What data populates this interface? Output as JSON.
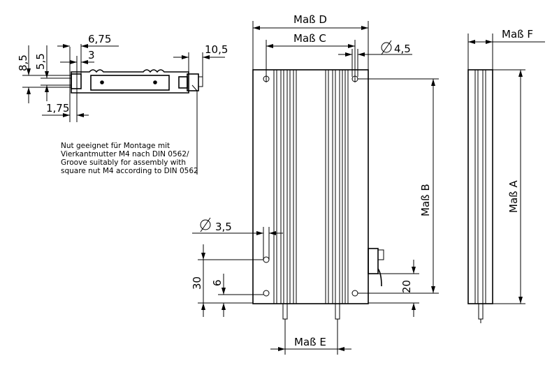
{
  "dimensions": {
    "mass_a": "Maß A",
    "mass_b": "Maß B",
    "mass_c": "Maß C",
    "mass_d": "Maß D",
    "mass_e": "Maß E",
    "mass_f": "Maß F",
    "hole_top": "4,5",
    "hole_side": "3,5",
    "d_30": "30",
    "d_6": "6",
    "d_20": "20",
    "d_8_5": "8,5",
    "d_5_5": "5,5",
    "d_6_75": "6,75",
    "d_3": "3",
    "d_1_75": "1,75",
    "d_10_5": "10,5"
  },
  "note": {
    "lines": [
      "Nut geeignet für Montage mit",
      "Vierkantmutter M4 nach DIN 0562/",
      "Groove suitably for assembly with",
      "square nut M4 according to DIN 0562"
    ]
  }
}
